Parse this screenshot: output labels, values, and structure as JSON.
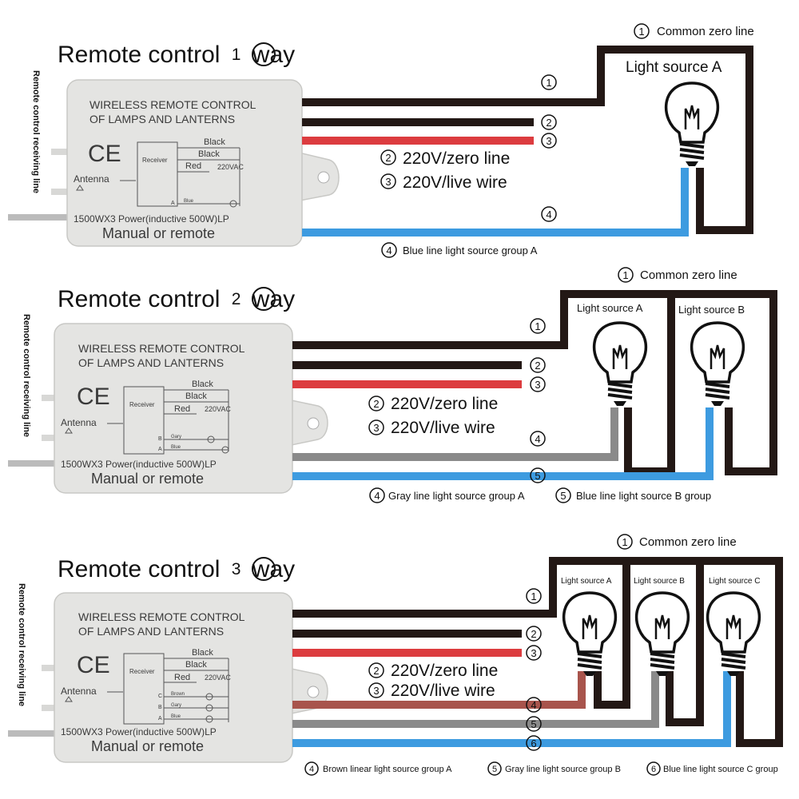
{
  "side_label": "Remote control receiving line",
  "device": {
    "line1": "WIRELESS REMOTE CONTROL",
    "line2": "OF LAMPS AND LANTERNS",
    "ce": "CE",
    "antenna": "Antenna",
    "receiver": "Receiver",
    "black": "Black",
    "red": "Red",
    "vac": "220VAC",
    "power": "1500WX3 Power(inductive 500W)LP",
    "mode": "Manual or remote",
    "wire_a": "A",
    "wire_b": "B",
    "wire_c": "C",
    "blue": "Blue",
    "gray": "Gary",
    "brown": "Brown"
  },
  "common": {
    "n1": "1",
    "n2": "2",
    "n3": "3",
    "n4": "4",
    "n5": "5",
    "n6": "6",
    "common_zero": "Common zero line",
    "zero_line": "220V/zero line",
    "live_wire": "220V/live wire"
  },
  "sections": [
    {
      "title_pre": "Remote control ",
      "title_num": "1",
      "title_post": " way",
      "lights": [
        "Light source A"
      ],
      "legends": [
        "Blue line light source group A"
      ]
    },
    {
      "title_pre": "Remote control ",
      "title_num": "2",
      "title_post": " way",
      "lights": [
        "Light source A",
        "Light source B"
      ],
      "legends": [
        "Gray line light source group A",
        "Blue line light source B group"
      ]
    },
    {
      "title_pre": "Remote control ",
      "title_num": "3",
      "title_post": " way",
      "lights": [
        "Light source A",
        "Light source B",
        "Light source C"
      ],
      "legends": [
        "Brown linear light source group A",
        "Gray line light source group B",
        "Blue line light source C group"
      ]
    }
  ],
  "colors": {
    "black_wire": "#231815",
    "red_wire": "#dc3c3f",
    "blue_wire": "#3d9be0",
    "gray_wire": "#8a8a8a",
    "brown_wire": "#a8544c",
    "device_body": "#e4e4e2"
  }
}
